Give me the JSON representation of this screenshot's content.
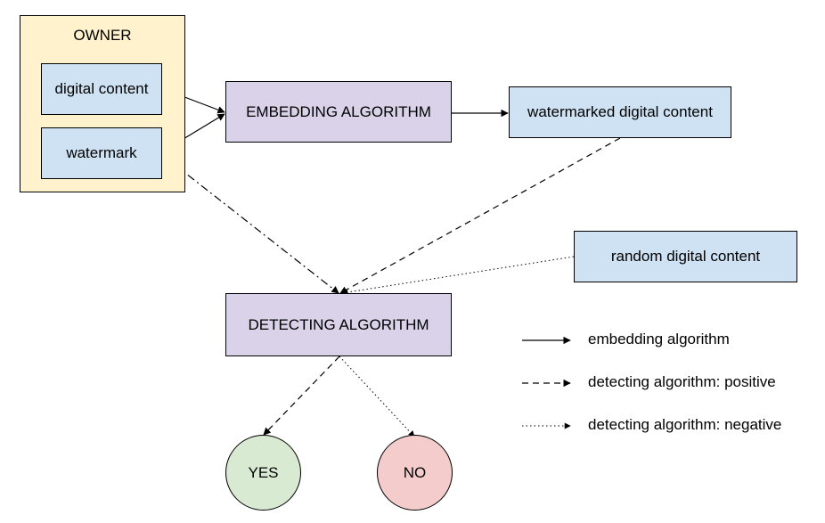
{
  "owner": {
    "title": "OWNER"
  },
  "nodes": {
    "digital_content": "digital content",
    "watermark": "watermark",
    "embedding": "EMBEDDING ALGORITHM",
    "watermarked": "watermarked digital content",
    "random": "random digital content",
    "detecting": "DETECTING ALGORITHM",
    "yes": "YES",
    "no": "NO"
  },
  "legend": {
    "embedding": "embedding algorithm",
    "positive": "detecting algorithm: positive",
    "negative": "detecting algorithm: negative"
  },
  "colors": {
    "owner_fill": "#fff2cc",
    "box_blue": "#cfe2f3",
    "box_purple": "#d9d2e9",
    "yes_fill": "#d9ead3",
    "no_fill": "#f4cccc"
  }
}
